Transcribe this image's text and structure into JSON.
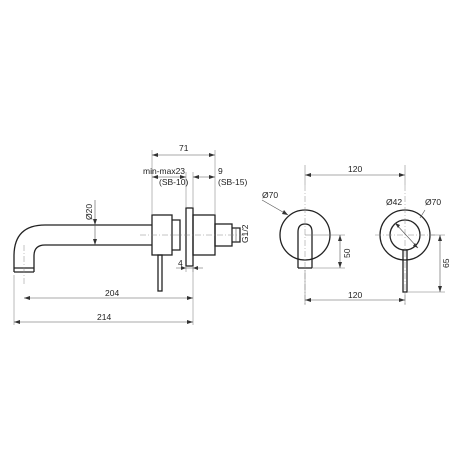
{
  "dims": {
    "d71": "71",
    "d9": "9",
    "d_sb15": "(SB-15)",
    "d_minmax": "min-max23",
    "d_sb10": "(SB-10)",
    "d_dia20": "Ø20",
    "d_g12": "G1/2",
    "d4": "4",
    "d204": "204",
    "d214": "214",
    "d120_top": "120",
    "d_dia70_left": "Ø70",
    "d_dia42": "Ø42",
    "d_dia70_right": "Ø70",
    "d50": "50",
    "d65": "65",
    "d120_bottom": "120"
  }
}
